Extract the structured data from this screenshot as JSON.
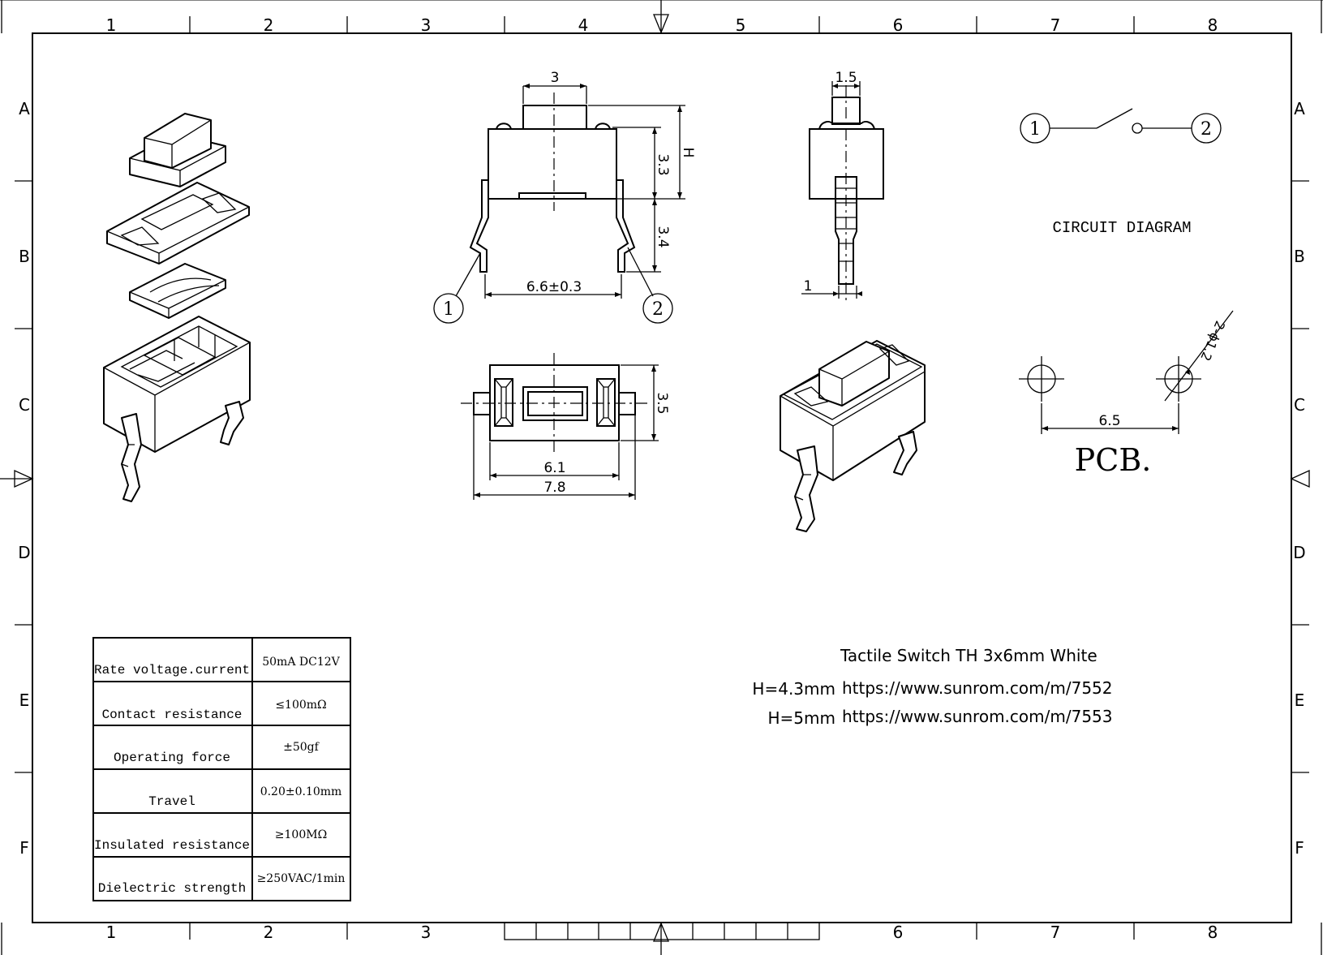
{
  "frame": {
    "columns": [
      "1",
      "2",
      "3",
      "4",
      "5",
      "6",
      "7",
      "8"
    ],
    "rows": [
      "A",
      "B",
      "C",
      "D",
      "E",
      "F"
    ]
  },
  "front_view": {
    "dim_top": "3",
    "dim_h": "H",
    "dim_upper": "3.3",
    "dim_lower": "3.4",
    "dim_pitch": "6.6±0.3",
    "pin1": "1",
    "pin2": "2"
  },
  "side_view": {
    "dim_top": "1.5",
    "dim_pin": "1"
  },
  "top_view": {
    "dim_height": "3.5",
    "dim_inner": "6.1",
    "dim_outer": "7.8"
  },
  "circuit": {
    "node1": "1",
    "node2": "2",
    "title": "CIRCUIT DIAGRAM"
  },
  "pcb": {
    "hole_note": "2-ϕ1.2",
    "pitch": "6.5",
    "title": "PCB."
  },
  "info": {
    "product": "Tactile Switch TH 3x6mm White",
    "lines": [
      {
        "label": "H=4.3mm",
        "url": "https://www.sunrom.com/m/7552"
      },
      {
        "label": "H=5mm",
        "url": "https://www.sunrom.com/m/7553"
      }
    ]
  },
  "spec_table": {
    "rows": [
      {
        "name": "Rate voltage.current",
        "value": "50mA DC12V"
      },
      {
        "name": "Contact resistance",
        "value": "≤100mΩ"
      },
      {
        "name": "Operating force",
        "value": "±50gf"
      },
      {
        "name": "Travel",
        "value": "0.20±0.10mm"
      },
      {
        "name": "Insulated resistance",
        "value": "≥100MΩ"
      },
      {
        "name": "Dielectric strength",
        "value": "≥250VAC/1min"
      }
    ]
  }
}
